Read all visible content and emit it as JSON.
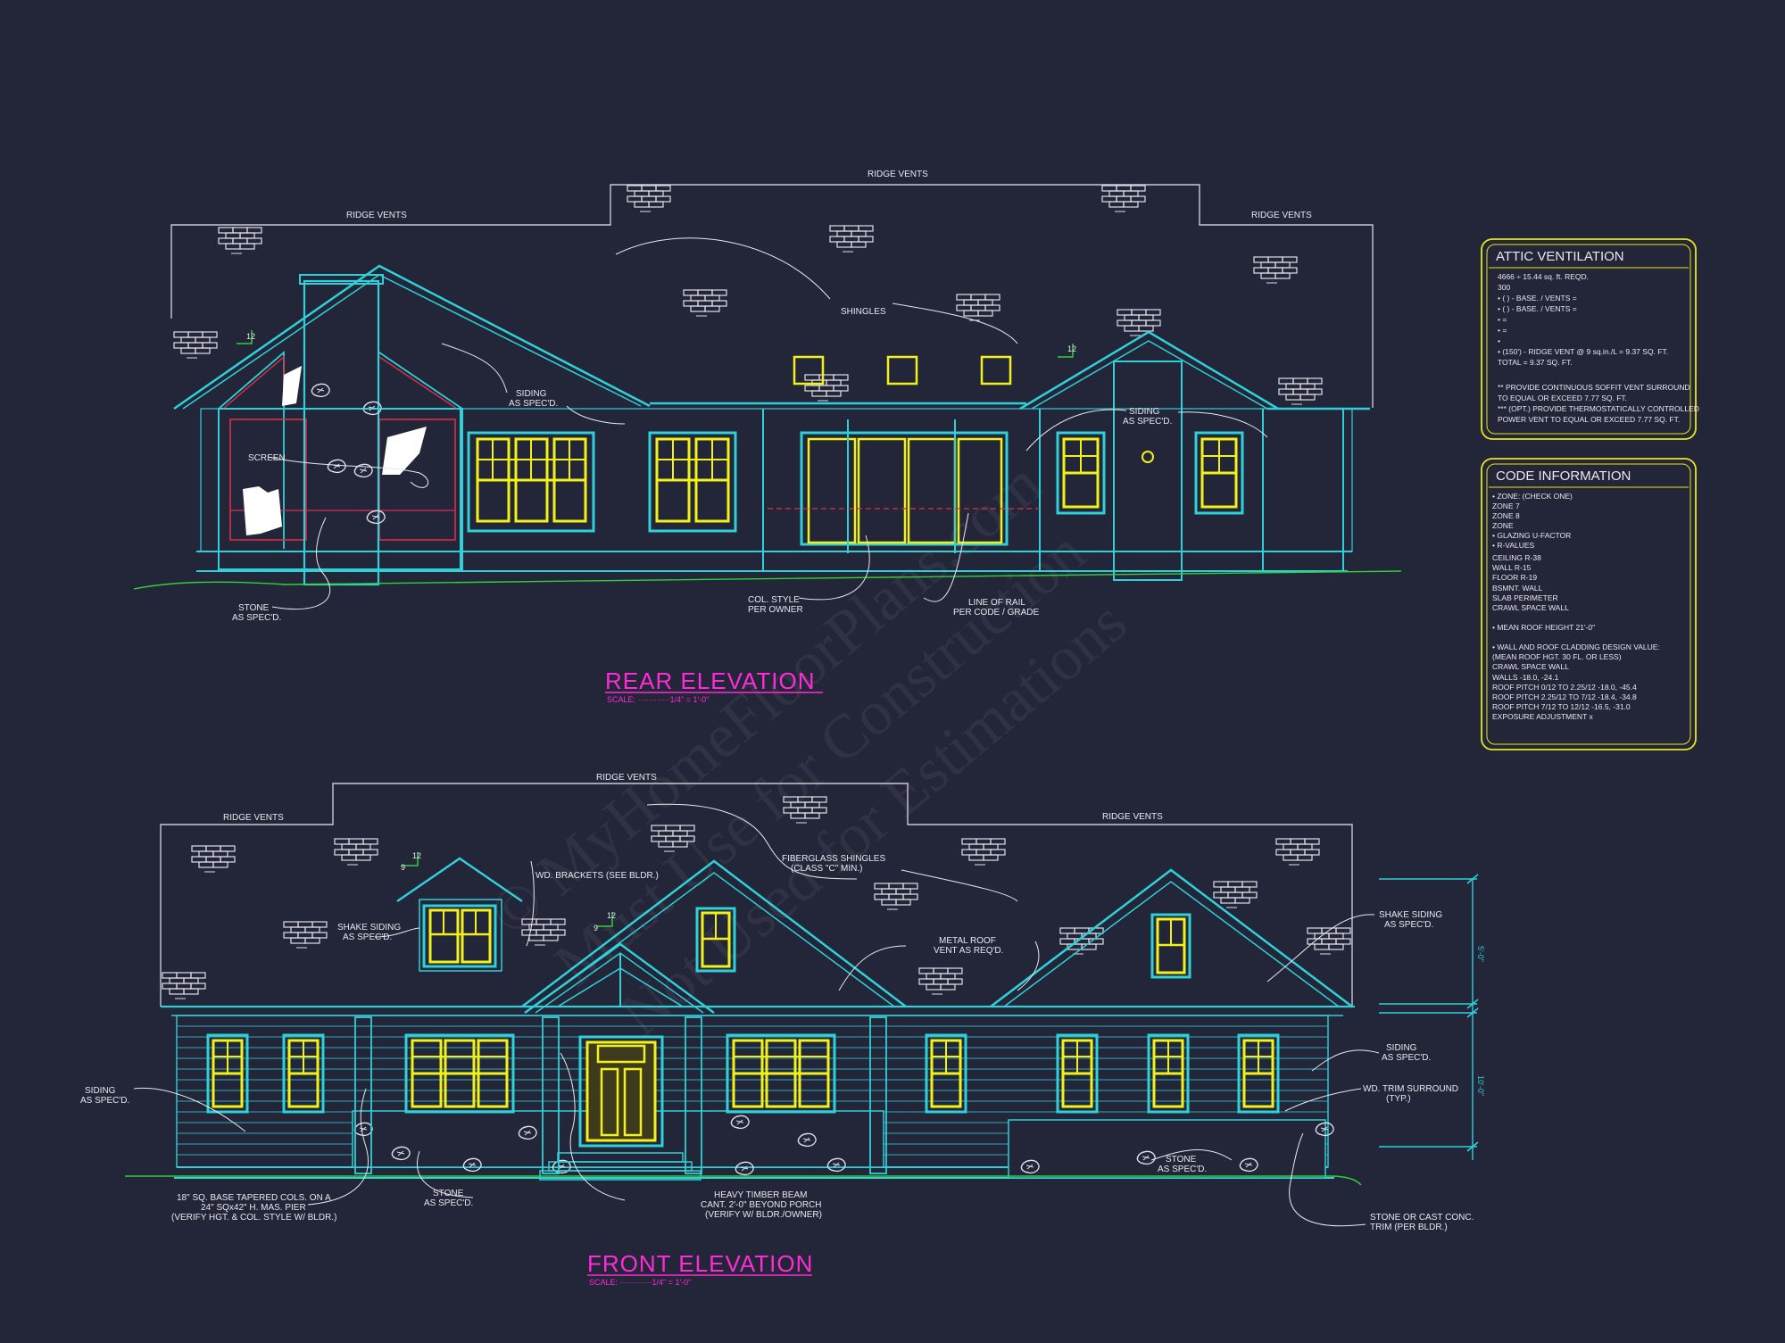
{
  "rear": {
    "title": "REAR ELEVATION",
    "scale": "SCALE: ············1/4\" = 1'-0\"",
    "notes": {
      "ridge_center": "RIDGE VENTS",
      "ridge_left": "RIDGE VENTS",
      "ridge_right": "RIDGE VENTS",
      "shingles": "SHINGLES",
      "siding_left_1": "SIDING",
      "siding_left_2": "AS SPEC'D.",
      "siding_right_1": "SIDING",
      "siding_right_2": "AS SPEC'D.",
      "screen": "SCREEN",
      "stone_1": "STONE",
      "stone_2": "AS SPEC'D.",
      "col_1": "COL. STYLE",
      "col_2": "PER OWNER",
      "rail_1": "LINE OF RAIL",
      "rail_2": "PER CODE / GRADE",
      "pitch": "12"
    }
  },
  "front": {
    "title": "FRONT ELEVATION",
    "scale": "SCALE: ············1/4\" = 1'-0\"",
    "notes": {
      "ridge_center": "RIDGE VENTS",
      "ridge_left": "RIDGE VENTS",
      "ridge_right": "RIDGE VENTS",
      "fiberglass_1": "FIBERGLASS SHINGLES",
      "fiberglass_2": "(CLASS \"C\" MIN.)",
      "brackets": "WD. BRACKETS (SEE BLDR.)",
      "shake_left_1": "SHAKE SIDING",
      "shake_left_2": "AS SPEC'D.",
      "shake_right_1": "SHAKE SIDING",
      "shake_right_2": "AS SPEC'D.",
      "metal_1": "METAL ROOF",
      "metal_2": "VENT AS REQ'D.",
      "siding_left_1": "SIDING",
      "siding_left_2": "AS SPEC'D.",
      "siding_right_1": "SIDING",
      "siding_right_2": "AS SPEC'D.",
      "trim_1": "WD. TRIM SURROUND",
      "trim_2": "(TYP.)",
      "stone_left_1": "STONE",
      "stone_left_2": "AS SPEC'D.",
      "stone_right_1": "STONE",
      "stone_right_2": "AS SPEC'D.",
      "cols_1": "18\" SQ. BASE TAPERED COLS. ON A",
      "cols_2": "24\" SQx42\" H. MAS. PIER",
      "cols_3": "(VERIFY HGT. & COL. STYLE W/ BLDR.)",
      "beam_1": "HEAVY TIMBER BEAM",
      "beam_2": "CANT. 2'-0\" BEYOND PORCH",
      "beam_3": "(VERIFY W/ BLDR./OWNER)",
      "stonecast_1": "STONE OR CAST CONC.",
      "stonecast_2": "TRIM (PER BLDR.)",
      "dim_upper": "5'-0\"",
      "dim_lower": "10'-0\"",
      "pitch": "12",
      "pitch_rise": "9"
    }
  },
  "attic": {
    "title": "ATTIC VENTILATION",
    "lines": [
      "4666 ÷ 15.44 sq. ft. REQD.",
      "300",
      "• (   ) -          BASE.    /    VENTS    =",
      "• (   ) -          BASE.    /    VENTS    =",
      "•                                                    =",
      "•                                                    =",
      "•",
      "• (150') - RIDGE VENT @ 9 sq.in./L = 9.37 SQ. FT.",
      "                                         TOTAL        = 9.37 SQ. FT.",
      "",
      "** PROVIDE CONTINUOUS SOFFIT VENT SURROUND",
      "    TO EQUAL OR EXCEED  7.77 SQ. FT.",
      "*** (OPT.) PROVIDE THERMOSTATICALLY CONTROLLED",
      "    POWER VENT TO EQUAL OR EXCEED  7.77 SQ. FT."
    ]
  },
  "code": {
    "title": "CODE INFORMATION",
    "lines": [
      "• ZONE: (CHECK ONE)",
      "        ZONE 7",
      "        ZONE 8",
      "        ZONE",
      "• GLAZING U-FACTOR",
      "• R-VALUES",
      "        CEILING                    R-38",
      "        WALL                         R-15",
      "        FLOOR                       R-19",
      "        BSMNT. WALL",
      "        SLAB PERIMETER",
      "        CRAWL SPACE WALL",
      "",
      "• MEAN ROOF HEIGHT  21'-0\"",
      "",
      "• WALL AND ROOF CLADDING DESIGN VALUE:",
      "  (MEAN ROOF HGT. 30 FL. OR LESS)",
      "        CRAWL SPACE WALL",
      "        WALLS                               -18.0, -24.1",
      "        ROOF PITCH 0/12 TO 2.25/12    -18.0, -45.4",
      "        ROOF PITCH 2.25/12 TO 7/12    -18.4, -34.8",
      "        ROOF PITCH 7/12 TO 12/12      -16.5, -31.0",
      "        EXPOSURE ADJUSTMENT          x"
    ]
  },
  "watermark": {
    "line1": "© MyHomeFloorPlans.com",
    "line2": "Must Use for Construction",
    "line3": "Not Used for Estimations"
  }
}
